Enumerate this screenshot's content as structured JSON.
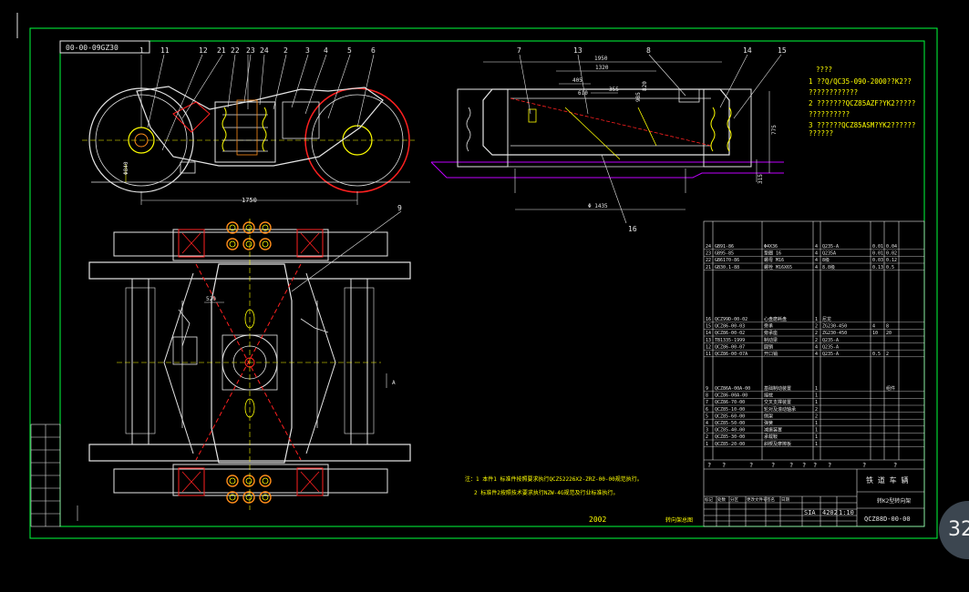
{
  "drawing": {
    "code_box": "00-00-09GZ30",
    "side_view_callouts": [
      "1",
      "11",
      "12",
      "21",
      "22",
      "23",
      "24",
      "2",
      "3",
      "4",
      "5",
      "6"
    ],
    "end_view_callouts": [
      "7",
      "13",
      "8",
      "14",
      "15",
      "16"
    ],
    "plan_view_callout": "9",
    "dims": {
      "wheelbase": "1750",
      "length_a": "1950",
      "length_b": "1320",
      "length_c": "405",
      "length_d": "610",
      "length_e": "355",
      "gauge": "Φ 1435",
      "height_a": "775",
      "height_b": "315",
      "height_c": "985",
      "height_d": "820",
      "wheel_dia": "Φ840",
      "plan_dim": "520"
    },
    "notes_top": [
      "????",
      "1 ??Q/QC35-090-2000??K2??",
      "????????????",
      "2 ???????QCZ85AZF?YK2?????",
      "??????????",
      "3 ??????QCZ85ASM?YK2??????",
      "??????"
    ],
    "notes_bottom": [
      "注：1 本件1 标准件按照要求执行QCZ52226X2-ZRZ-00-00规范执行。",
      "2 标准件2按照技术要求执行NZW-4G规范及行业标准执行。"
    ],
    "year_text": "2002",
    "mid_text": "转向架总图",
    "section_marker": "A",
    "title_block": {
      "company": "铁 道 车 辆",
      "drawing_name": "转K2型转向架",
      "drawing_number": "QCZ88D-00-00",
      "scale": "1:10",
      "material": "SIA",
      "weight": "4202",
      "question_row": [
        "?",
        "?",
        "?",
        "?",
        "?",
        "?",
        "?",
        "?",
        "?",
        "?"
      ]
    },
    "bom_rows_upper": [
      {
        "no": "24",
        "code": "GB91-86",
        "name": "Φ4X36",
        "qty": "4",
        "mat": "Q235-A",
        "w1": "0.01",
        "w2": "0.04"
      },
      {
        "no": "23",
        "code": "GB95-85",
        "name": "垫圈 16",
        "qty": "4",
        "mat": "Q235A",
        "w1": "0.01",
        "w2": "0.02"
      },
      {
        "no": "22",
        "code": "GB6170-86",
        "name": "螺母 M16",
        "qty": "4",
        "mat": "8级",
        "w1": "0.03",
        "w2": "0.12"
      },
      {
        "no": "21",
        "code": "GB30.1-88",
        "name": "螺栓 M16X65",
        "qty": "4",
        "mat": "8.8级",
        "w1": "0.13",
        "w2": "0.5"
      }
    ],
    "bom_rows_middle": [
      {
        "no": "16",
        "code": "QCZ99D-00-02",
        "name": "心盘磨耗盘",
        "qty": "1",
        "mat": "尼龙",
        "w1": "",
        "w2": ""
      },
      {
        "no": "15",
        "code": "QCZ86-00-03",
        "name": "旁承",
        "qty": "2",
        "mat": "ZG230-450",
        "w1": "4",
        "w2": "8"
      },
      {
        "no": "14",
        "code": "QCZ86-00-02",
        "name": "旁承座",
        "qty": "2",
        "mat": "ZG230-450",
        "w1": "10",
        "w2": "20"
      },
      {
        "no": "13",
        "code": "TB1335-1999",
        "name": "制动梁",
        "qty": "2",
        "mat": "Q235-A",
        "w1": "",
        "w2": ""
      },
      {
        "no": "12",
        "code": "QCZ86-00-07",
        "name": "圆销",
        "qty": "4",
        "mat": "Q235-A",
        "w1": "",
        "w2": ""
      },
      {
        "no": "11",
        "code": "QCZ86-00-07A",
        "name": "开口销",
        "qty": "4",
        "mat": "Q235-A",
        "w1": "0.5",
        "w2": "2"
      }
    ],
    "bom_rows_lower": [
      {
        "no": "9",
        "code": "QCZ86A-00A-00",
        "name": "基础制动装置",
        "qty": "1",
        "mat": "",
        "w1": "",
        "w2": "组件"
      },
      {
        "no": "8",
        "code": "QCZ86-00A-00",
        "name": "摇枕",
        "qty": "1",
        "mat": "",
        "w1": "",
        "w2": ""
      },
      {
        "no": "7",
        "code": "QCZ86-70-00",
        "name": "交叉支撑装置",
        "qty": "1",
        "mat": "",
        "w1": "",
        "w2": ""
      },
      {
        "no": "6",
        "code": "QCZ85-10-00",
        "name": "轮对及滚动轴承",
        "qty": "2",
        "mat": "",
        "w1": "",
        "w2": ""
      },
      {
        "no": "5",
        "code": "QCZ85-60-00",
        "name": "侧架",
        "qty": "2",
        "mat": "",
        "w1": "",
        "w2": ""
      },
      {
        "no": "4",
        "code": "QCZ85-50-00",
        "name": "弹簧",
        "qty": "1",
        "mat": "",
        "w1": "",
        "w2": ""
      },
      {
        "no": "3",
        "code": "QCZ85-40-00",
        "name": "减振装置",
        "qty": "1",
        "mat": "",
        "w1": "",
        "w2": ""
      },
      {
        "no": "2",
        "code": "QCZ85-30-00",
        "name": "承载鞍",
        "qty": "1",
        "mat": "",
        "w1": "",
        "w2": ""
      },
      {
        "no": "1",
        "code": "QCZ85-20-00",
        "name": "斜楔及摩擦板",
        "qty": "1",
        "mat": "",
        "w1": "",
        "w2": ""
      }
    ],
    "revision_labels": [
      "标记",
      "处数",
      "分区",
      "更改文件号",
      "签名",
      "日期"
    ]
  },
  "zoom_badge": {
    "text": "32"
  },
  "colors": {
    "frame": "#00ff3c",
    "line": "#e6e6e6",
    "yellow": "#ffff00",
    "cyan": "#00ffff",
    "red": "#ff2020",
    "orange": "#ff8c1a",
    "magenta": "#c000ff",
    "background": "#000000"
  }
}
